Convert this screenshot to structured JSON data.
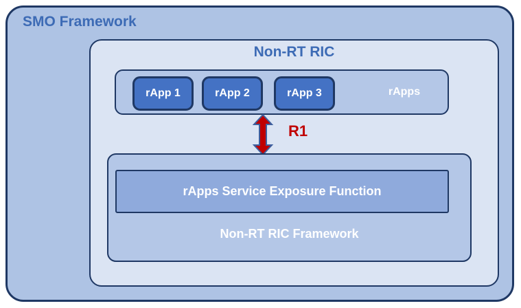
{
  "colors": {
    "border_navy": "#1F3864",
    "smo_fill": "#AEC3E4",
    "nonrt_fill": "#DBE4F3",
    "panel_fill": "#B4C7E7",
    "chip_fill": "#4472C4",
    "exposure_fill": "#8FAADC",
    "title_blue": "#3D6BB5",
    "r1_red": "#C00000",
    "arrow_outline": "#3E5F9E"
  },
  "smo": {
    "label": "SMO Framework"
  },
  "non_rt_ric": {
    "label": "Non-RT RIC"
  },
  "rapps": {
    "label": "rApps",
    "apps": [
      {
        "label": "rApp 1"
      },
      {
        "label": "rApp 2"
      },
      {
        "label": "rApp 3"
      }
    ]
  },
  "interface_r1": {
    "label": "R1"
  },
  "framework": {
    "label": "Non-RT RIC Framework",
    "exposure_label": "rApps Service Exposure Function"
  }
}
